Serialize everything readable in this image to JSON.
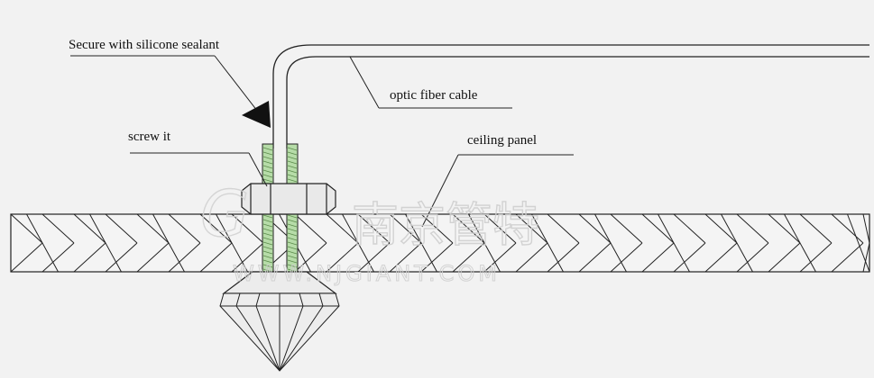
{
  "labels": {
    "sealant": "Secure with silicone sealant",
    "screw": "screw it",
    "cable": "optic fiber cable",
    "panel": "ceiling panel"
  },
  "watermark": {
    "logo": "G",
    "chinese": "南京管特",
    "url": "WWW.NJGIANT.COM"
  },
  "colors": {
    "background": "#f2f2f2",
    "line": "#222222",
    "sealant_fill": "#b6dca8",
    "watermark": "#cfcfcf"
  }
}
